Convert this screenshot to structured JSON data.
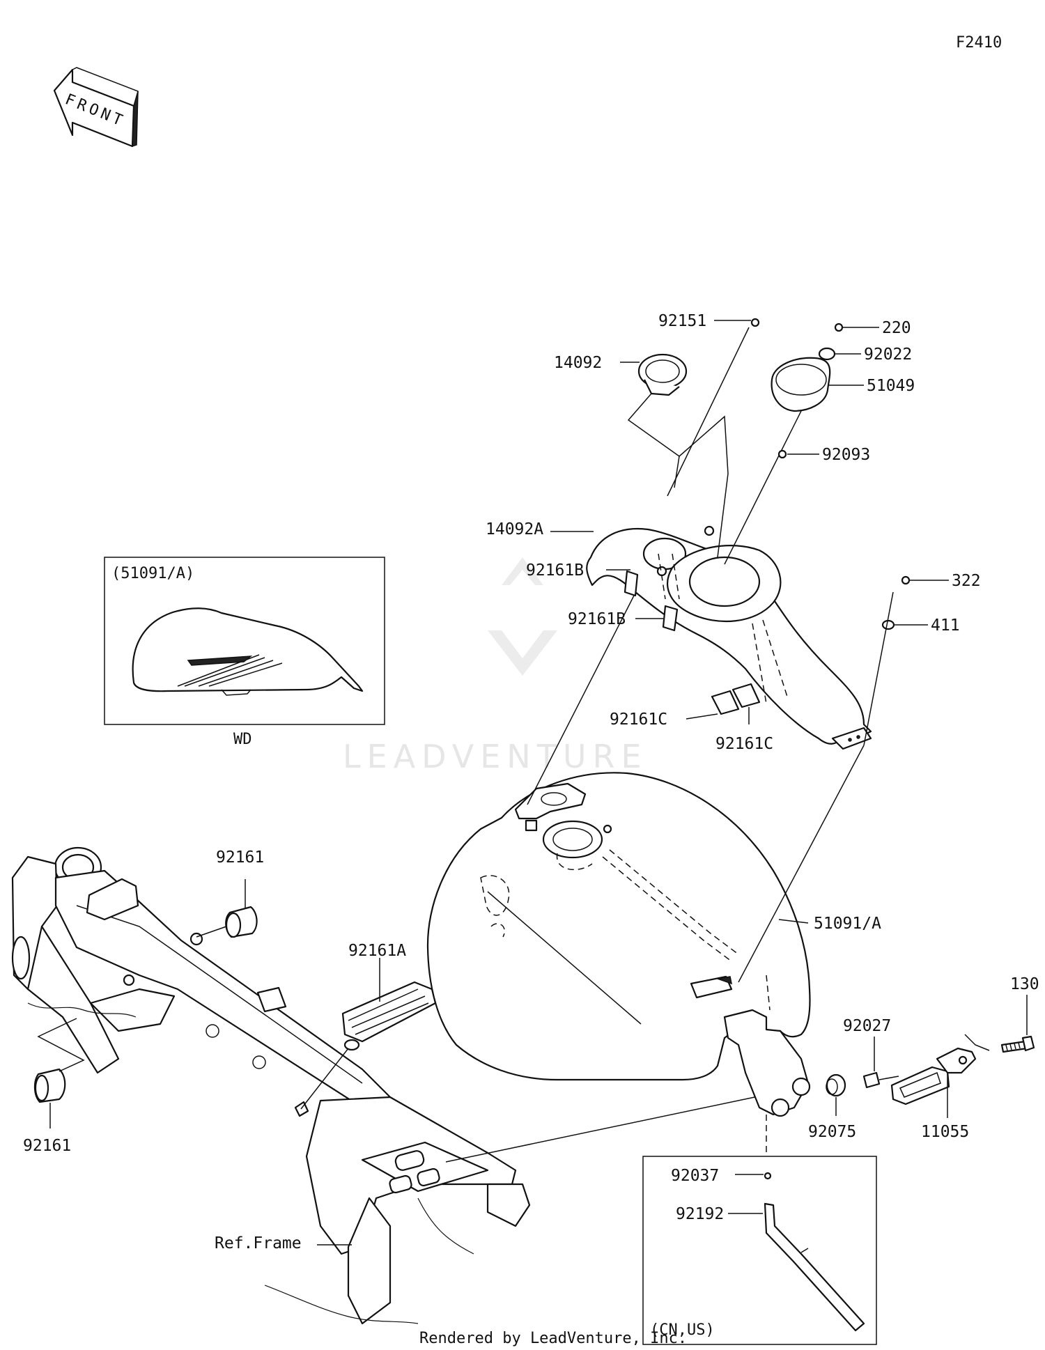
{
  "diagram_code": "F2410",
  "front_arrow_text": "FRONT",
  "watermark_text": "LEADVENTURE",
  "footer": "Rendered by LeadVenture, Inc.",
  "inset_wd": {
    "title": "(51091/A)",
    "caption": "WD"
  },
  "inset_cnus": {
    "title": "(CN,US)"
  },
  "ref_frame": "Ref.Frame",
  "callouts": {
    "c92151": "92151",
    "c220": "220",
    "c92022": "92022",
    "c14092": "14092",
    "c51049": "51049",
    "c92093": "92093",
    "c14092A": "14092A",
    "c92161B_1": "92161B",
    "c92161B_2": "92161B",
    "c322": "322",
    "c411": "411",
    "c92161C_1": "92161C",
    "c92161C_2": "92161C",
    "c92161_top": "92161",
    "c92161_bottom": "92161",
    "c92161A": "92161A",
    "c51091A": "51091/A",
    "c130": "130",
    "c92027": "92027",
    "c92075": "92075",
    "c11055": "11055",
    "c92037": "92037",
    "c92192": "92192"
  }
}
